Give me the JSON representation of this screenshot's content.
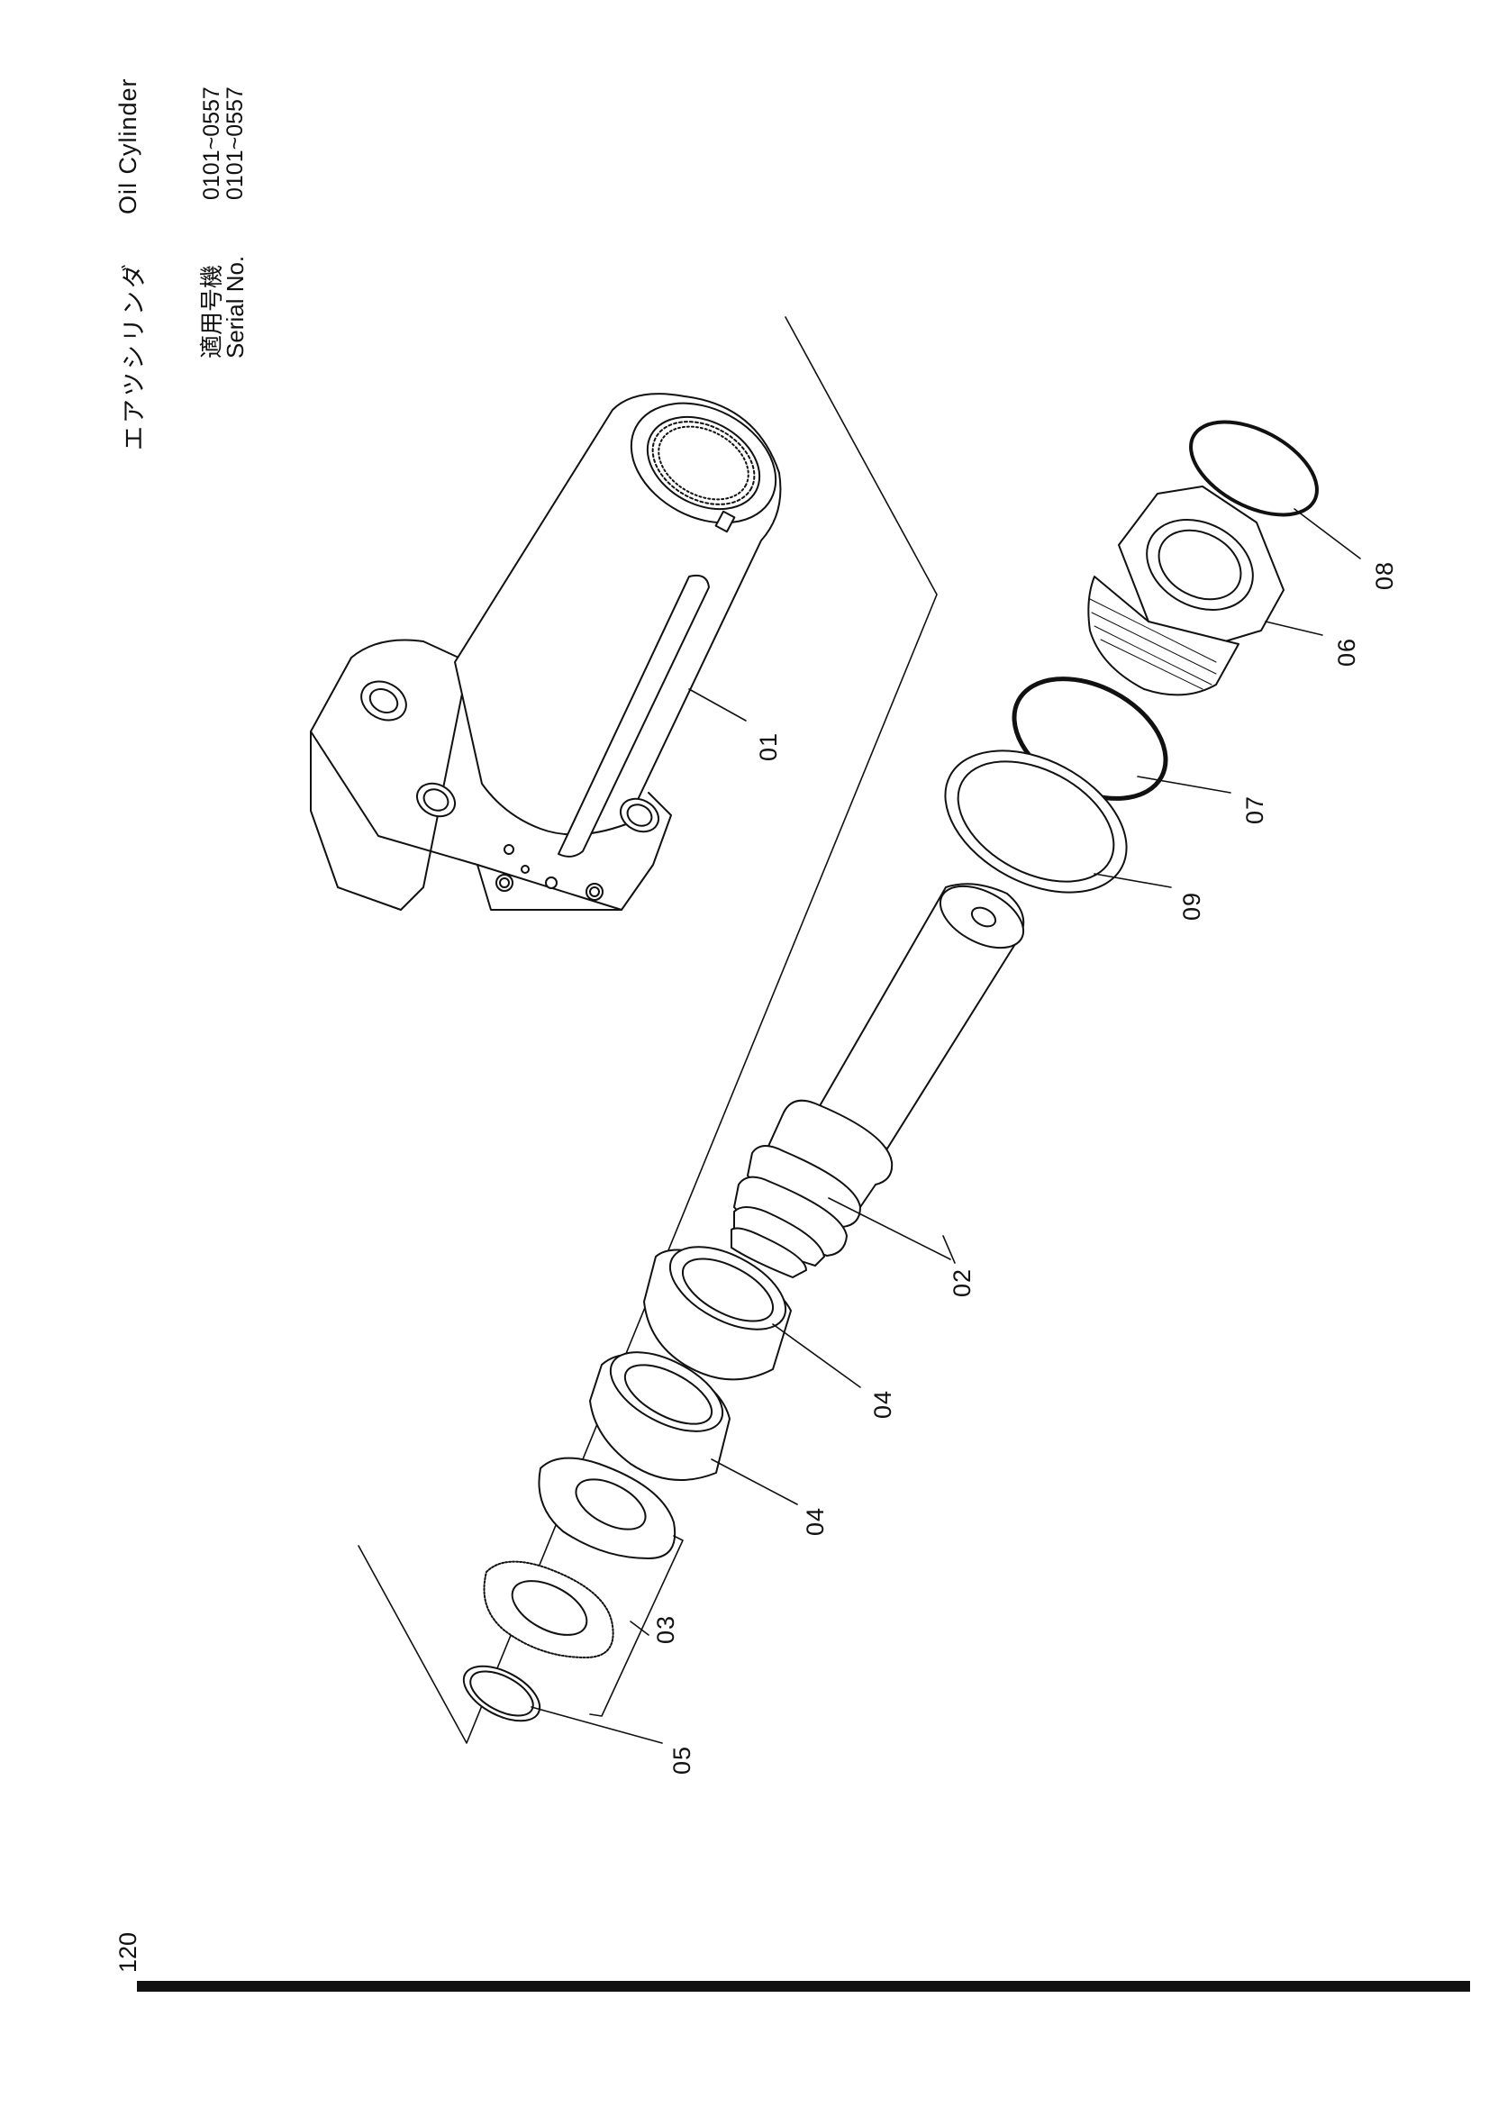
{
  "header": {
    "title_jp": "エアツシリンダ",
    "title_en": "Oil  Cylinder",
    "serial_jp": "適用号機",
    "serial_en": "Serial No.",
    "serial_range_jp": "0101~0557",
    "serial_range_en": "0101~0557"
  },
  "callouts": {
    "p01": "01",
    "p02": "02",
    "p03": "03",
    "p04a": "04",
    "p04b": "04",
    "p05": "05",
    "p06": "06",
    "p07": "07",
    "p08": "08",
    "p09": "09"
  },
  "footer": {
    "page_number": "120"
  }
}
